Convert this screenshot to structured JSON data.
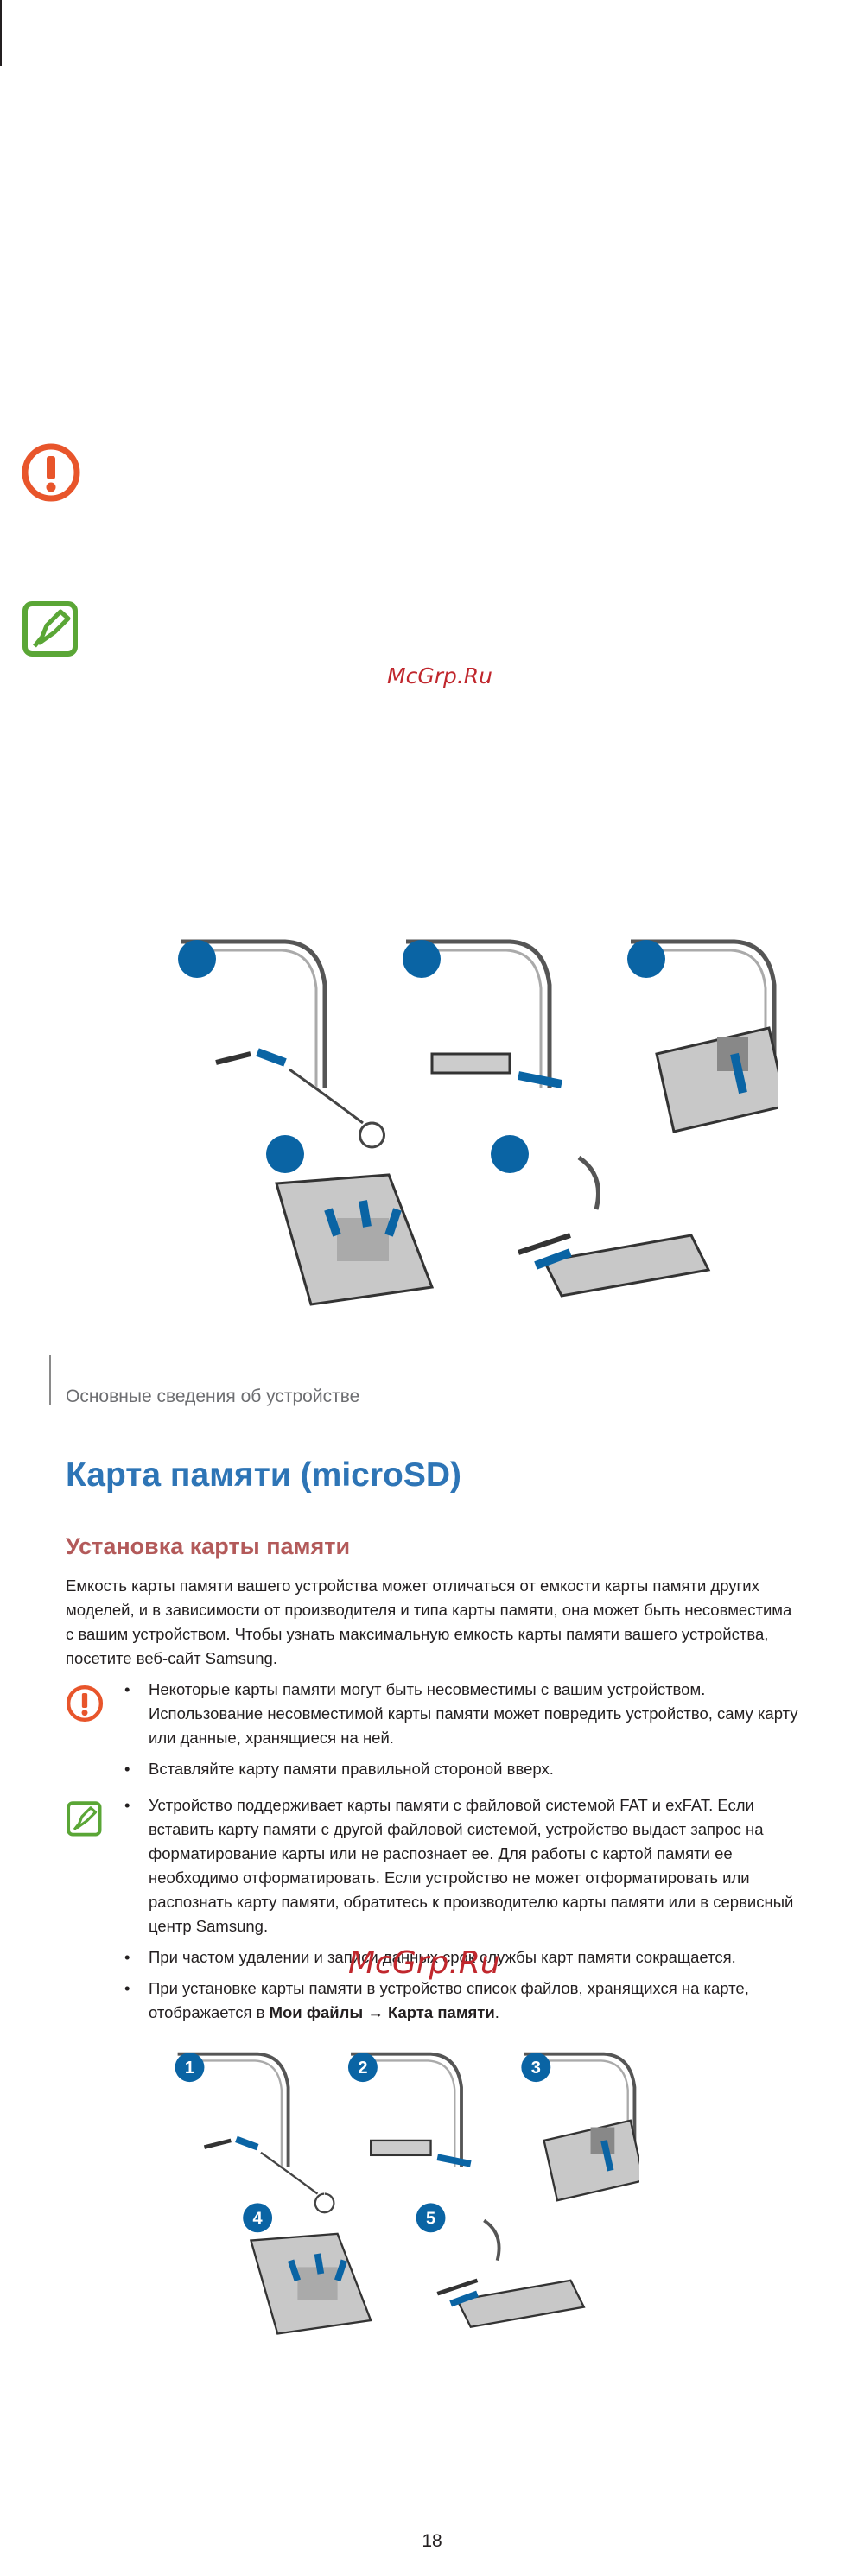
{
  "watermark": "McGrp.Ru",
  "section_label": "Основные сведения об устройстве",
  "title": "Карта памяти (microSD)",
  "subtitle": "Установка карты памяти",
  "intro": "Емкость карты памяти вашего устройства может отличаться от емкости карты памяти других моделей, и в зависимости от производителя и типа карты памяти, она может быть несовместима с вашим устройством. Чтобы узнать максимальную емкость карты памяти вашего устройства, посетите веб-сайт Samsung.",
  "caution": {
    "icon": "caution-icon",
    "items": [
      "Некоторые карты памяти могут быть несовместимы с вашим устройством. Использование несовместимой карты памяти может повредить устройство, саму карту или данные, хранящиеся на ней.",
      "Вставляйте карту памяти правильной стороной вверх."
    ]
  },
  "note": {
    "icon": "note-icon",
    "items": [
      "Устройство поддерживает карты памяти с файловой системой FAT и exFAT. Если вставить карту памяти с другой файловой системой, устройство выдаст запрос на форматирование карты или не распознает ее. Для работы с картой памяти ее необходимо отформатировать. Если устройство не может отформатировать или распознать карту памяти, обратитесь к производителю карты памяти или в сервисный центр Samsung.",
      "При частом удалении и записи данных срок службы карт памяти сокращается."
    ],
    "last_prefix": "При установке карты памяти в устройство список файлов, хранящихся на карте, отображается в ",
    "last_bold_1": "Мои файлы",
    "last_arrow": " → ",
    "last_bold_2": "Карта памяти",
    "last_suffix": "."
  },
  "steps": [
    "1",
    "2",
    "3",
    "4",
    "5"
  ],
  "page_number": "18",
  "colors": {
    "accent": "#2e75b6",
    "caution": "#e8552b",
    "note": "#5aa636",
    "step": "#0a64a4"
  }
}
